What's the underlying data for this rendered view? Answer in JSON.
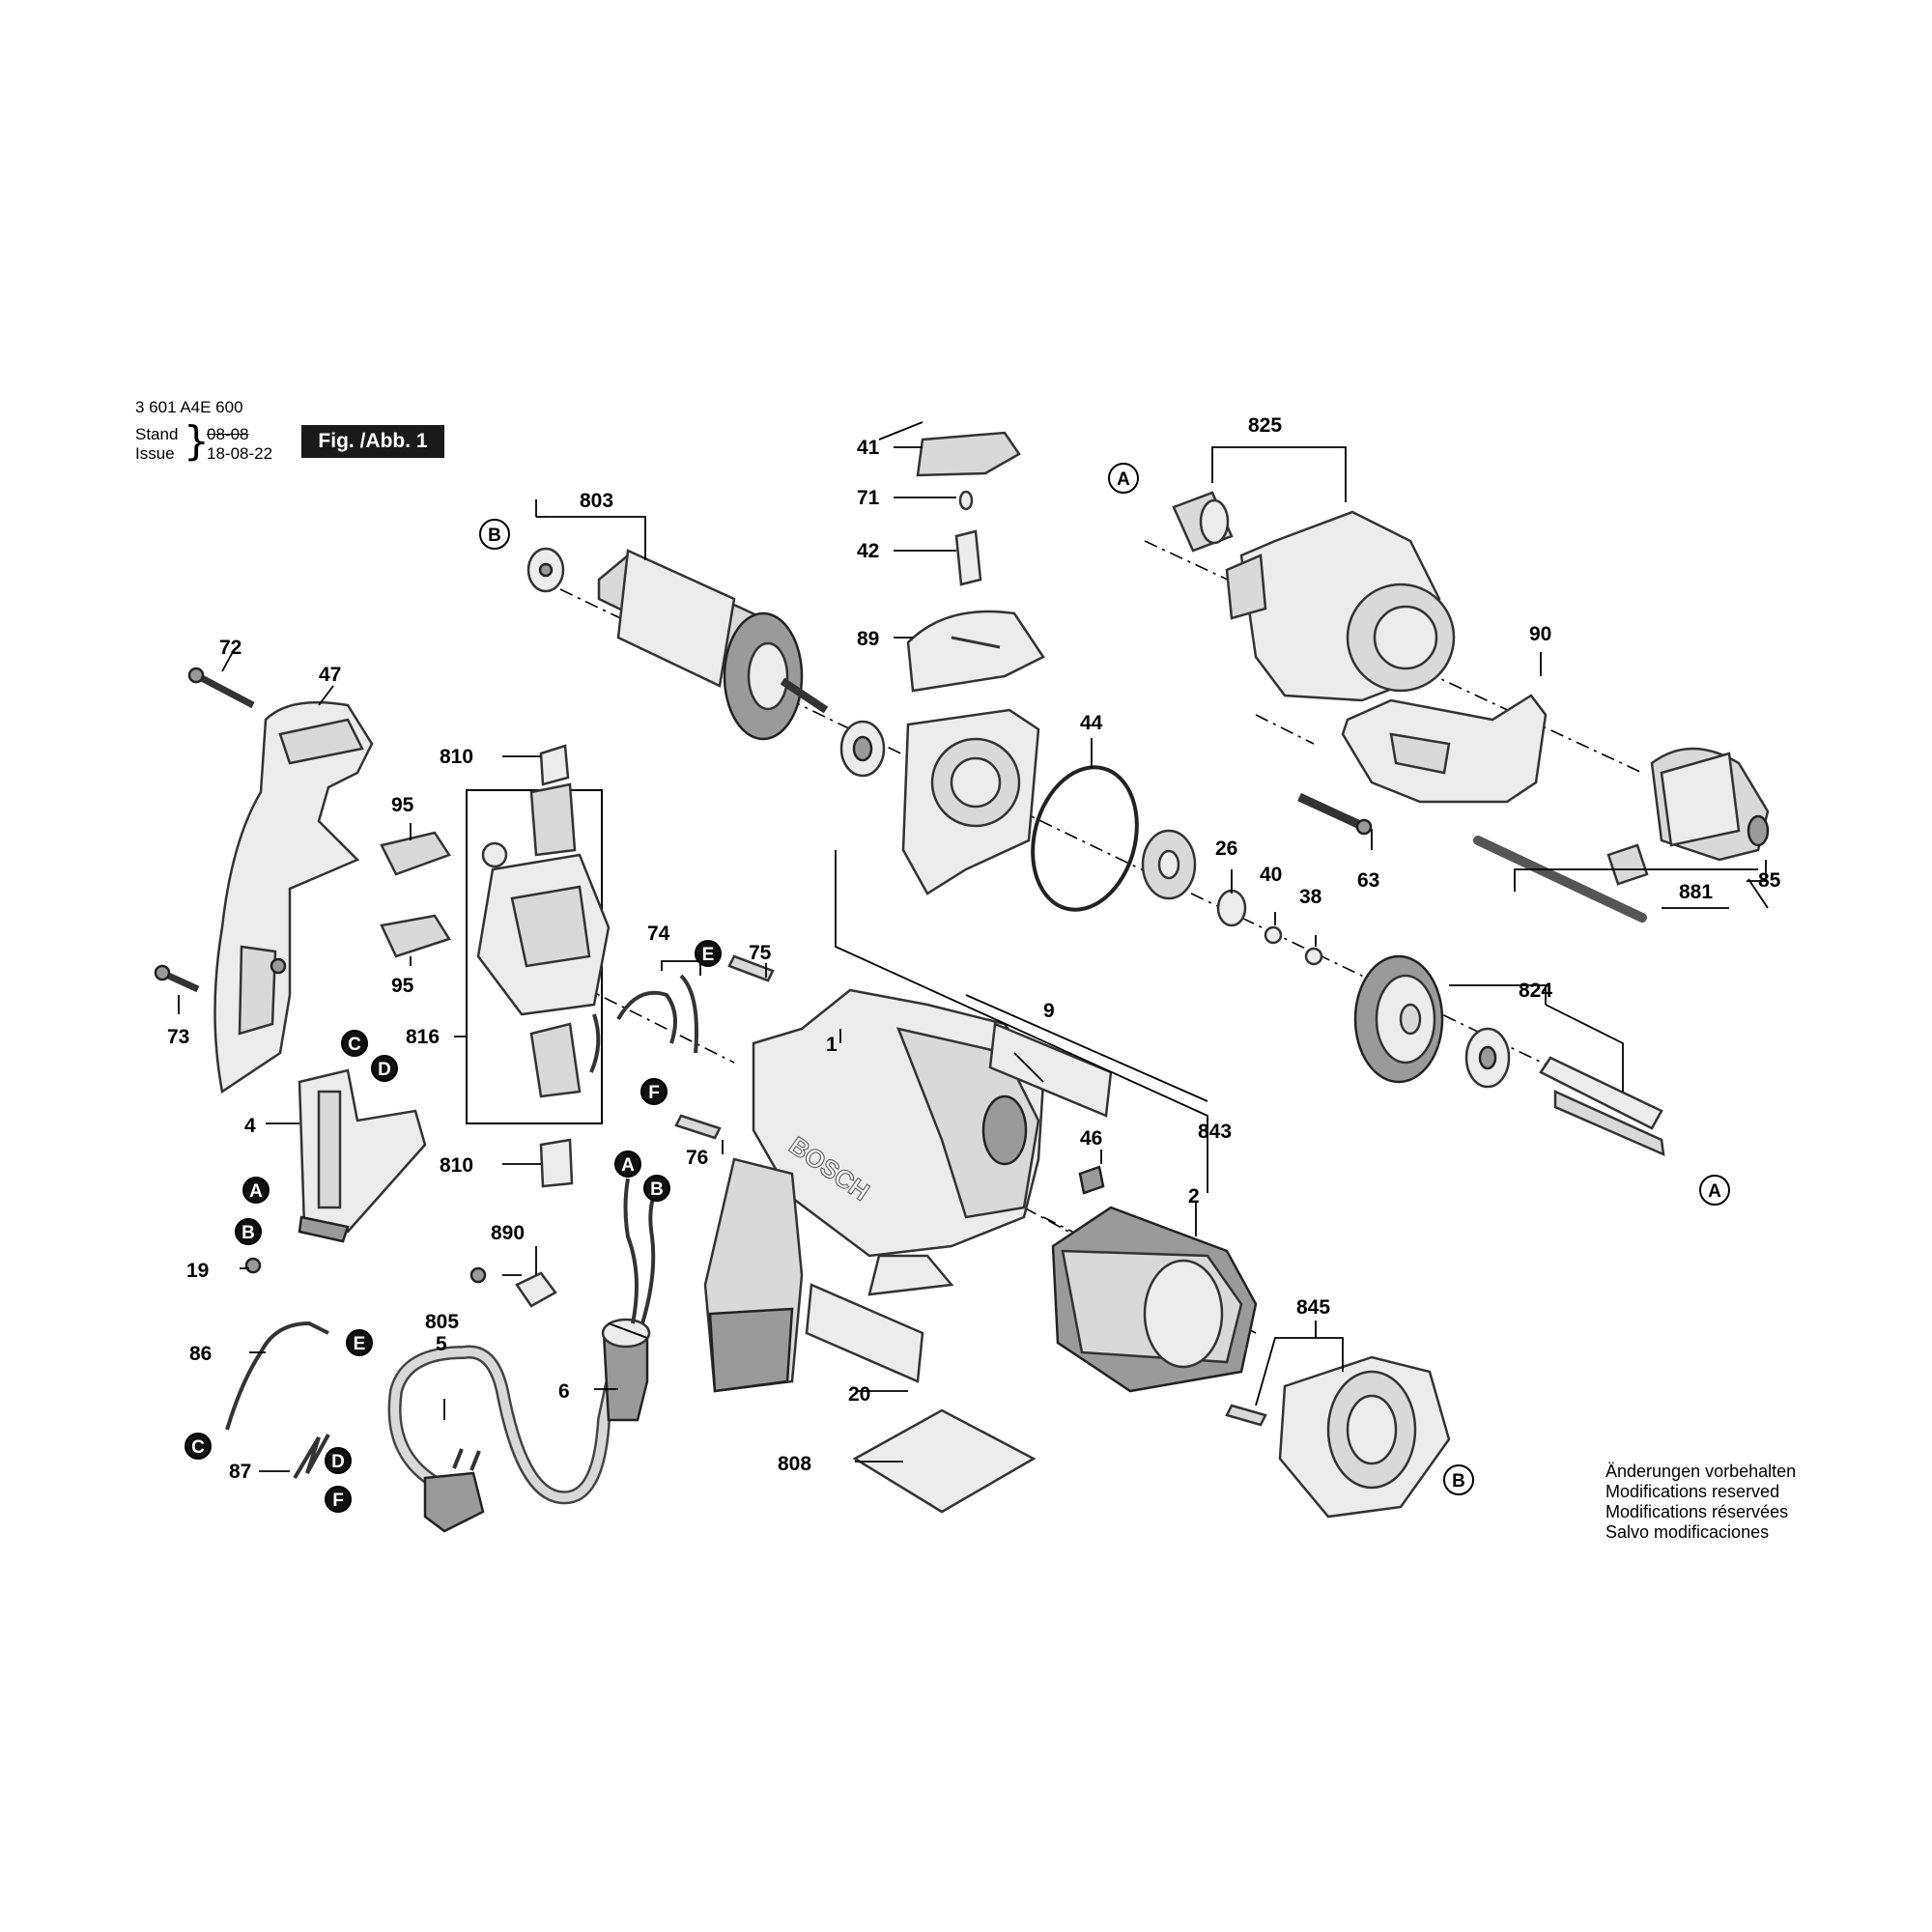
{
  "header": {
    "model_number": "3 601 A4E 600",
    "stand_label": "Stand",
    "issue_label": "Issue",
    "stand_date_struck": "08-08",
    "issue_date": "18-08-22",
    "figure_label": "Fig. /Abb. 1"
  },
  "notice_lines": [
    "Änderungen vorbehalten",
    "Modifications reserved",
    "Modifications réservées",
    "Salvo modificaciones"
  ],
  "brand_text": "BOSCH",
  "part_labels": {
    "p1": "1",
    "p2": "2",
    "p4": "4",
    "p5": "5",
    "p6": "6",
    "p9": "9",
    "p19": "19",
    "p20": "20",
    "p26": "26",
    "p38": "38",
    "p40": "40",
    "p41": "41",
    "p42": "42",
    "p44": "44",
    "p46": "46",
    "p47": "47",
    "p63": "63",
    "p71": "71",
    "p72": "72",
    "p73": "73",
    "p74": "74",
    "p75": "75",
    "p76": "76",
    "p85": "85",
    "p86": "86",
    "p87": "87",
    "p89": "89",
    "p90": "90",
    "p95a": "95",
    "p95b": "95",
    "p803": "803",
    "p805": "805",
    "p808": "808",
    "p810a": "810",
    "p810b": "810",
    "p816": "816",
    "p824": "824",
    "p825": "825",
    "p843": "843",
    "p845": "845",
    "p881": "881",
    "p890": "890"
  },
  "markers": {
    "a_chuck": "A",
    "a_spindle": "A",
    "a_switch": "A",
    "a_cable": "A",
    "b_armature": "B",
    "b_switch": "B",
    "b_cable": "B",
    "b_fan": "B",
    "c_switch": "C",
    "c_wire": "C",
    "d_switch": "D",
    "d_wire": "D",
    "e_brush": "E",
    "e_wire": "E",
    "f_brush": "F",
    "f_wire": "F"
  }
}
